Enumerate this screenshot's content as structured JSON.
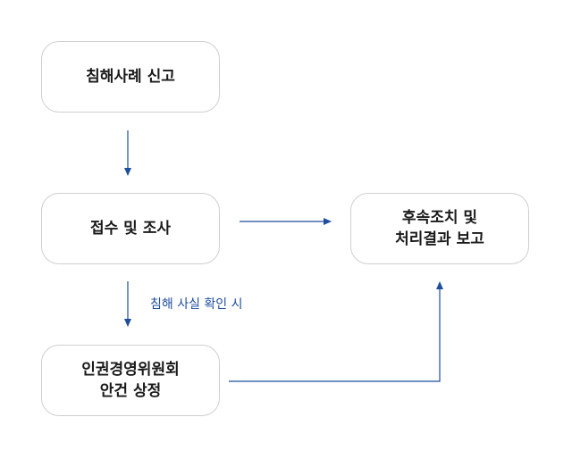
{
  "nodes": {
    "report": {
      "label": "침해사례 신고"
    },
    "receive": {
      "label": "접수 및 조사"
    },
    "commission": {
      "label": "인권경영위원회\n안건 상정"
    },
    "followup": {
      "label": "후속조치 및\n처리결과 보고"
    }
  },
  "edges": {
    "receive_to_commission": {
      "label": "침해 사실 확인 시"
    }
  },
  "colors": {
    "arrow": "#1f4e9c",
    "box_border": "#cfcfcf",
    "text": "#1a1a1a"
  }
}
